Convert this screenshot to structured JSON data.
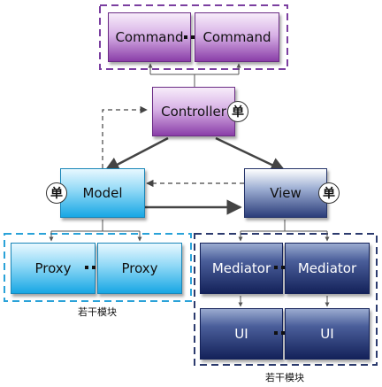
{
  "command_group": {
    "left_label": "Command",
    "right_label": "Command"
  },
  "controller": {
    "label": "Controller",
    "badge": "单"
  },
  "model": {
    "label": "Model",
    "badge": "单"
  },
  "view": {
    "label": "View",
    "badge": "单"
  },
  "proxy_group": {
    "left_label": "Proxy",
    "right_label": "Proxy",
    "caption": "若干模块"
  },
  "mediator_group": {
    "left_label": "Mediator",
    "right_label": "Mediator"
  },
  "ui_group": {
    "left_label": "UI",
    "right_label": "UI",
    "caption": "若干模块"
  },
  "colors": {
    "purple_dash": "#7b3fa0",
    "blue_dash": "#2aa2d8",
    "navy_dash": "#2c3b6e",
    "arrow": "#444444"
  }
}
